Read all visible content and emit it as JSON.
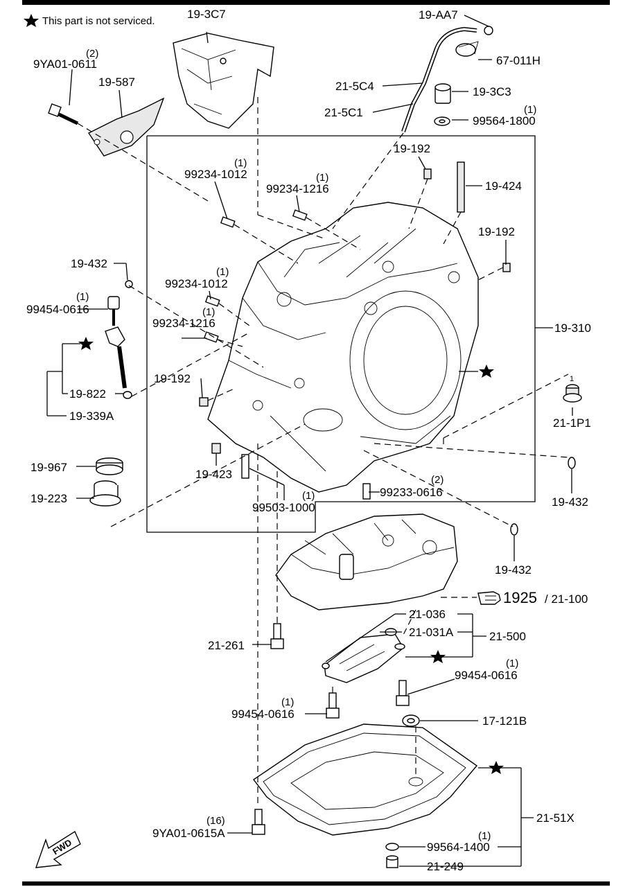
{
  "note": {
    "text": "This part is not serviced."
  },
  "ref": {
    "main": "1925",
    "sub": "/ 21-100"
  },
  "fwd_label": "FWD",
  "labels": {
    "p_19_3C7": "19-3C7",
    "p_19_AA7": "19-AA7",
    "p_67_011H": "67-011H",
    "p_9YA01_0611": "9YA01-0611",
    "q_9YA01_0611": "(2)",
    "p_19_587": "19-587",
    "p_21_5C4": "21-5C4",
    "p_19_3C3": "19-3C3",
    "p_21_5C1": "21-5C1",
    "p_99564_1800": "99564-1800",
    "q_99564_1800": "(1)",
    "p_19_192_a": "19-192",
    "p_99234_1012_a": "99234-1012",
    "q_99234_1012_a": "(1)",
    "p_99234_1216_a": "99234-1216",
    "q_99234_1216_a": "(1)",
    "p_19_424": "19-424",
    "p_19_192_b": "19-192",
    "p_19_432_a": "19-432",
    "p_99234_1012_b": "99234-1012",
    "q_99234_1012_b": "(1)",
    "p_99454_0616_a": "99454-0616",
    "q_99454_0616_a": "(1)",
    "p_99234_1216_b": "99234-1216",
    "q_99234_1216_b": "(1)",
    "p_19_310": "19-310",
    "p_19_192_c": "19-192",
    "p_19_822": "19-822",
    "p_19_339A": "19-339A",
    "p_21_1P1": "21-1P1",
    "q_21_1P1": "1",
    "p_19_967": "19-967",
    "p_19_423": "19-423",
    "p_19_223": "19-223",
    "p_99233_0616": "99233-0616",
    "q_99233_0616": "(2)",
    "p_99503_1000": "99503-1000",
    "q_99503_1000": "(1)",
    "p_19_432_b": "19-432",
    "p_19_432_c": "19-432",
    "p_21_036": "21-036",
    "p_21_031A": "21-031A",
    "p_21_500": "21-500",
    "p_21_261": "21-261",
    "p_99454_0616_b": "99454-0616",
    "q_99454_0616_b": "(1)",
    "p_99454_0616_c": "99454-0616",
    "q_99454_0616_c": "(1)",
    "p_17_121B": "17-121B",
    "p_21_51X": "21-51X",
    "p_9YA01_0615A": "9YA01-0615A",
    "q_9YA01_0615A": "(16)",
    "p_99564_1400": "99564-1400",
    "q_99564_1400": "(1)",
    "p_21_249": "21-249"
  }
}
